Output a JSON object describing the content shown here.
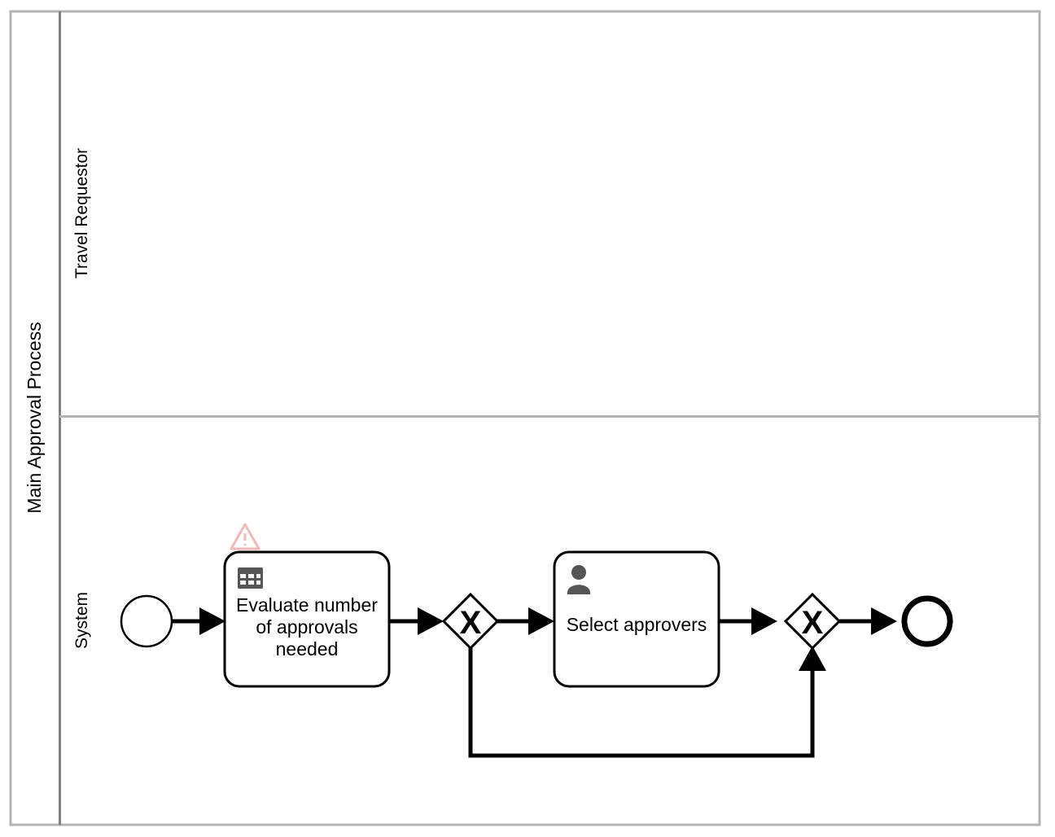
{
  "diagram": {
    "type": "bpmn-process-diagram",
    "pool": {
      "name": "Main Approval Process",
      "lanes": [
        {
          "name": "Travel Requestor"
        },
        {
          "name": "System"
        }
      ]
    },
    "elements": {
      "start_event": {
        "name": "",
        "type": "start-event"
      },
      "task_evaluate": {
        "label_line1": "Evaluate number",
        "label_line2": "of approvals",
        "label_line3": "needed",
        "type": "business-rule-task",
        "icon": "table-grid-icon",
        "marker": "warning-triangle-icon"
      },
      "gateway_one": {
        "symbol": "X",
        "type": "exclusive-gateway"
      },
      "task_select": {
        "label": "Select approvers",
        "type": "user-task",
        "icon": "person-icon"
      },
      "gateway_two": {
        "symbol": "X",
        "type": "exclusive-gateway"
      },
      "end_event": {
        "name": "",
        "type": "end-event"
      }
    },
    "sequence_flows": [
      {
        "from": "start_event",
        "to": "task_evaluate",
        "label": ""
      },
      {
        "from": "task_evaluate",
        "to": "gateway_one",
        "label": ""
      },
      {
        "from": "gateway_one",
        "to": "task_select",
        "label": ""
      },
      {
        "from": "task_select",
        "to": "gateway_two",
        "label": ""
      },
      {
        "from": "gateway_two",
        "to": "end_event",
        "label": ""
      },
      {
        "from": "gateway_one",
        "to": "gateway_two",
        "label": ""
      }
    ],
    "colors": {
      "stroke": "#000000",
      "pool_border": "#b3b3b3",
      "lane_border": "#808080",
      "warning": "#f2b8b8",
      "icon": "#555555",
      "background": "#ffffff"
    }
  }
}
